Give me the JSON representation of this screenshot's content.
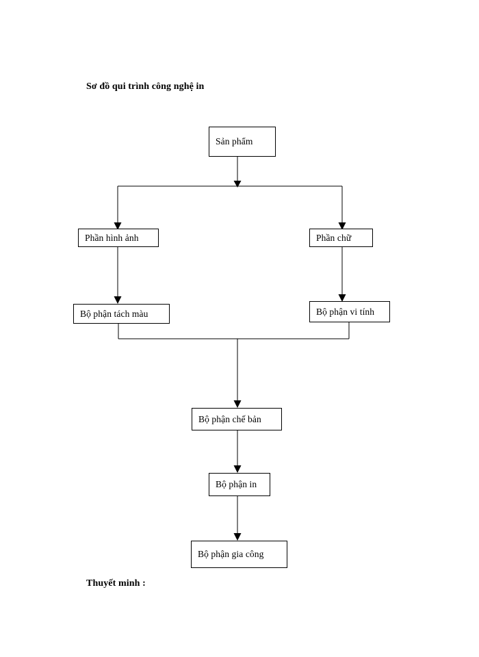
{
  "document": {
    "title": "Sơ đồ qui trình công nghệ in",
    "legend_label": "Thuyết minh :",
    "background_color": "#ffffff",
    "line_color": "#000000",
    "text_color": "#000000"
  },
  "chart_data": {
    "type": "diagram",
    "diagram_type": "flowchart",
    "title": "Sơ đồ qui trình công nghệ in",
    "orientation": "top-to-bottom",
    "nodes": [
      {
        "id": "san-pham",
        "label": "Sản phẩm",
        "shape": "rectangle",
        "level": 0,
        "column": "center"
      },
      {
        "id": "phan-hinh-anh",
        "label": "Phần hình ảnh",
        "shape": "rectangle",
        "level": 1,
        "column": "left"
      },
      {
        "id": "phan-chu",
        "label": "Phần chữ",
        "shape": "rectangle",
        "level": 1,
        "column": "right"
      },
      {
        "id": "bo-phan-tach-mau",
        "label": "Bộ phận tách màu",
        "shape": "rectangle",
        "level": 2,
        "column": "left"
      },
      {
        "id": "bo-phan-vi-tinh",
        "label": "Bộ phận vi tính",
        "shape": "rectangle",
        "level": 2,
        "column": "right"
      },
      {
        "id": "bo-phan-che-ban",
        "label": "Bộ phận chế bản",
        "shape": "rectangle",
        "level": 3,
        "column": "center"
      },
      {
        "id": "bo-phan-in",
        "label": "Bộ phận in",
        "shape": "rectangle",
        "level": 4,
        "column": "center"
      },
      {
        "id": "bo-phan-gia-cong",
        "label": "Bộ phận gia công",
        "shape": "rectangle",
        "level": 5,
        "column": "center"
      }
    ],
    "edges": [
      {
        "from": "san-pham",
        "to": "phan-hinh-anh",
        "style": "elbow",
        "arrow": true
      },
      {
        "from": "san-pham",
        "to": "phan-chu",
        "style": "elbow",
        "arrow": true
      },
      {
        "from": "phan-hinh-anh",
        "to": "bo-phan-tach-mau",
        "style": "straight",
        "arrow": true
      },
      {
        "from": "phan-chu",
        "to": "bo-phan-vi-tinh",
        "style": "straight",
        "arrow": true
      },
      {
        "from": "bo-phan-tach-mau",
        "to": "bo-phan-che-ban",
        "style": "elbow",
        "arrow": true
      },
      {
        "from": "bo-phan-vi-tinh",
        "to": "bo-phan-che-ban",
        "style": "elbow",
        "arrow": true
      },
      {
        "from": "bo-phan-che-ban",
        "to": "bo-phan-in",
        "style": "straight",
        "arrow": true
      },
      {
        "from": "bo-phan-in",
        "to": "bo-phan-gia-cong",
        "style": "straight",
        "arrow": true
      }
    ]
  }
}
